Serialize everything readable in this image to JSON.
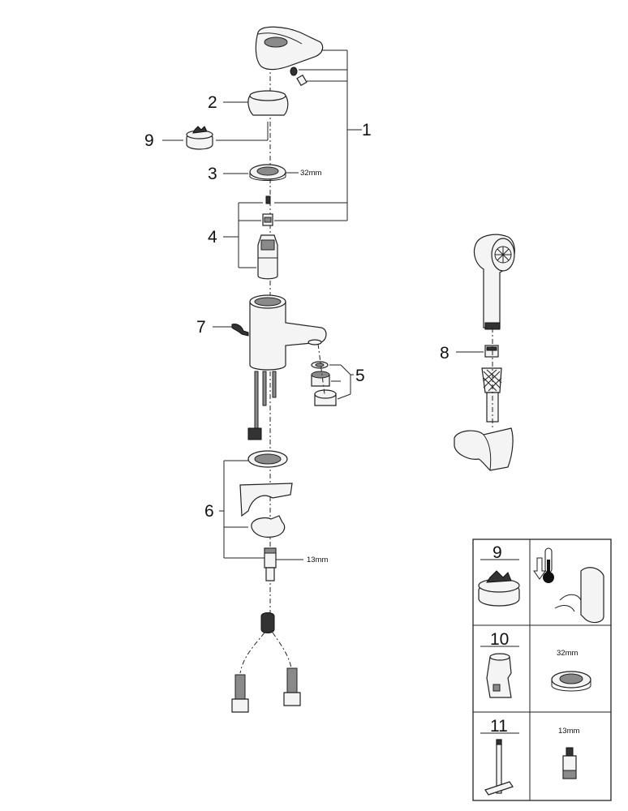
{
  "callouts": {
    "p1": "1",
    "p2": "2",
    "p3": "3",
    "p4": "4",
    "p5": "5",
    "p6": "6",
    "p7": "7",
    "p8": "8",
    "p9": "9"
  },
  "dimensions": {
    "ring_dim": "32mm",
    "nut_dim": "13mm"
  },
  "tool_table": {
    "row1": {
      "number": "9"
    },
    "row2": {
      "number": "10",
      "dim": "32mm"
    },
    "row3": {
      "number": "11",
      "dim": "13mm"
    }
  }
}
